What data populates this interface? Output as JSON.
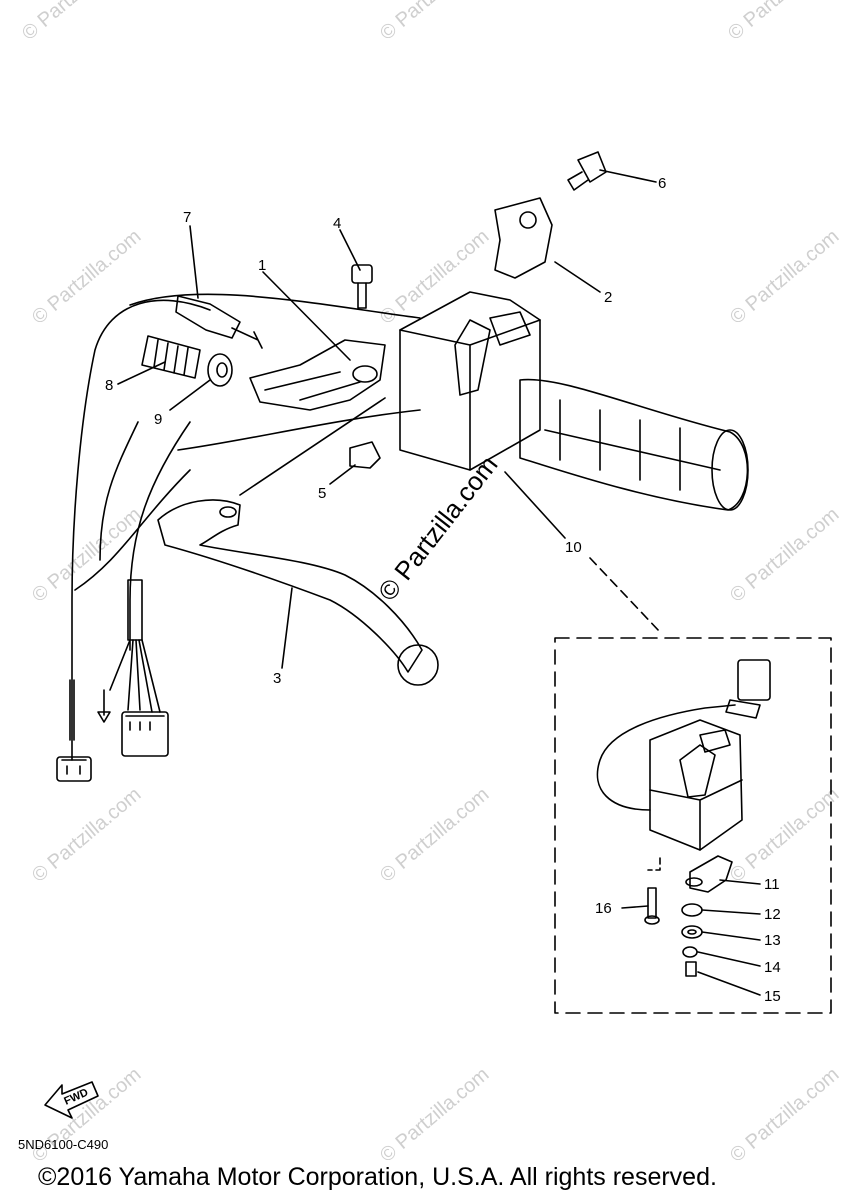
{
  "watermark": {
    "text": "© Partzilla.com",
    "center_text": "© Partzilla.com"
  },
  "diagram_code": "5ND6100-C490",
  "copyright": "©2016 Yamaha Motor Corporation, U.S.A. All rights reserved.",
  "fwd_label": "FWD",
  "callouts": {
    "c1": "1",
    "c2": "2",
    "c3": "3",
    "c4": "4",
    "c5": "5",
    "c6": "6",
    "c7": "7",
    "c8": "8",
    "c9": "9",
    "c10": "10",
    "c11": "11",
    "c12": "12",
    "c13": "13",
    "c14": "14",
    "c15": "15",
    "c16": "16"
  }
}
